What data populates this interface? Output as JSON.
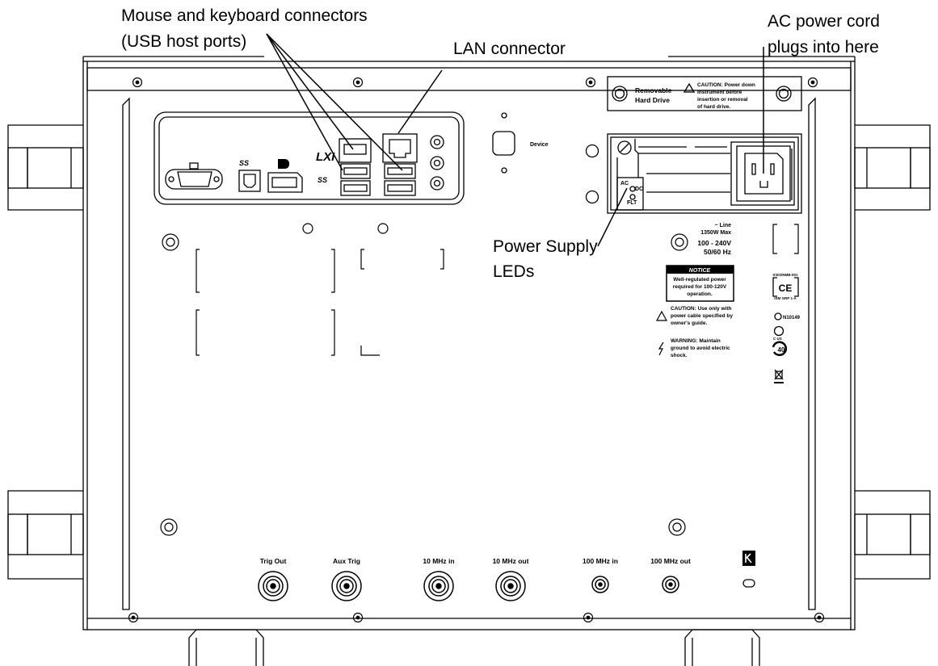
{
  "callouts": {
    "usb": {
      "line1": "Mouse and keyboard connectors",
      "line2": "(USB host ports)"
    },
    "lan": "LAN connector",
    "ac": {
      "line1": "AC power cord",
      "line2": "plugs into here"
    },
    "psu": {
      "line1": "Power Supply",
      "line2": "LEDs"
    }
  },
  "panel": {
    "hard_drive": {
      "line1": "Removable",
      "line2": "Hard Drive"
    },
    "caution_drive": [
      "CAUTION:  Power down",
      "instrument before",
      "insertion or removal",
      "of hard drive."
    ],
    "device_label": "Device",
    "lxi_logo": "LXI",
    "ss1": "SS",
    "ss2": "SS",
    "psu_leds": [
      "AC",
      "DC",
      "FLT"
    ],
    "line_rating": [
      "~ Line",
      "1350W Max",
      "100 - 240V",
      "50/60 Hz"
    ],
    "notice": {
      "title": "NOTICE",
      "body": [
        "Well-regulated power",
        "required for 100-120V",
        "operation."
      ]
    },
    "caution_cable": [
      "CAUTION: Use only with",
      "power cable specified by",
      "owner's guide."
    ],
    "warning_ground": [
      "WARNING: Maintain",
      "ground to avoid electric",
      "shock."
    ],
    "cert_ce": "CE",
    "cert_ce_top": "ICES/NMB-001",
    "cert_ce_bottom": "ISM GRP 1-A",
    "cert_n": "N10149",
    "cert_csa_sub": "C  US",
    "eco_years": "40"
  },
  "connectors": {
    "labels": [
      "Trig Out",
      "Aux Trig",
      "10 MHz in",
      "10 MHz out",
      "100 MHz in",
      "100 MHz out"
    ]
  }
}
